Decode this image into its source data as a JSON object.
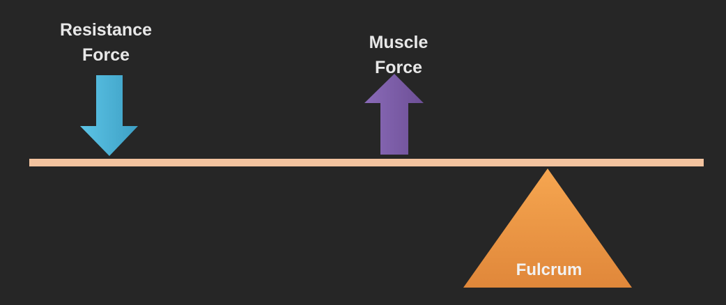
{
  "diagram": {
    "background_color": "#262626",
    "resistance_force": {
      "line1": "Resistance",
      "line2": "Force",
      "direction": "down",
      "color": "#4db3d6"
    },
    "muscle_force": {
      "line1": "Muscle",
      "line2": "Force",
      "direction": "up",
      "color": "#7e5ea8"
    },
    "lever": {
      "color": "#f3c39f"
    },
    "fulcrum": {
      "label": "Fulcrum",
      "color": "#f29a45"
    }
  }
}
